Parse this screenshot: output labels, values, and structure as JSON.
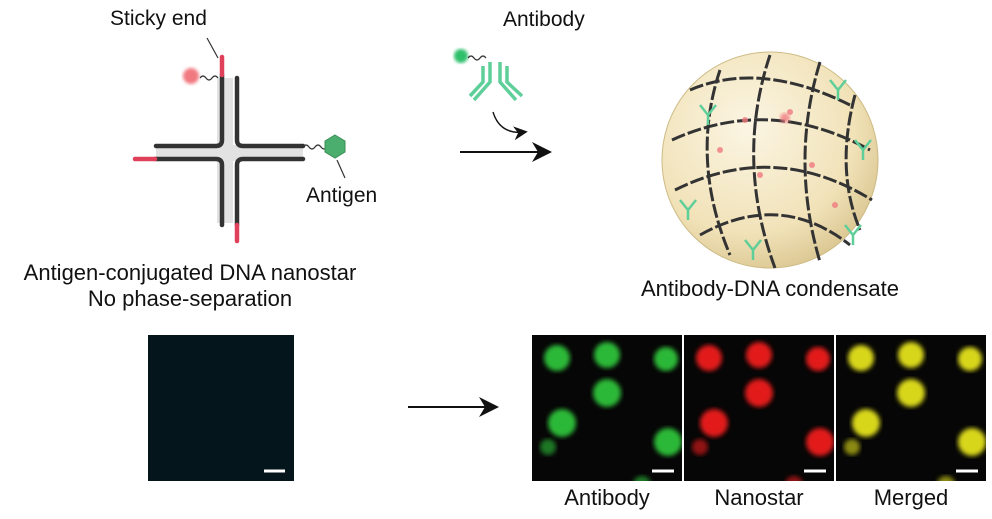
{
  "labels": {
    "sticky_end": "Sticky end",
    "antibody": "Antibody",
    "antigen": "Antigen",
    "nanostar_title": "Antigen-conjugated DNA nanostar",
    "nanostar_subtitle": "No phase-separation",
    "condensate": "Antibody-DNA condensate"
  },
  "panels": [
    {
      "label": "Antibody",
      "color": "#2fc23a"
    },
    {
      "label": "Nanostar",
      "color": "#ee1c1c"
    },
    {
      "label": "Merged",
      "color": "#e4e21a"
    }
  ],
  "colors": {
    "dna": "#333333",
    "sticky": "#e0405a",
    "antigen": "#4cae6e",
    "antibody": "#5fcf9a",
    "sphere": "#f3e7c4",
    "control_bg": "#04161c"
  }
}
